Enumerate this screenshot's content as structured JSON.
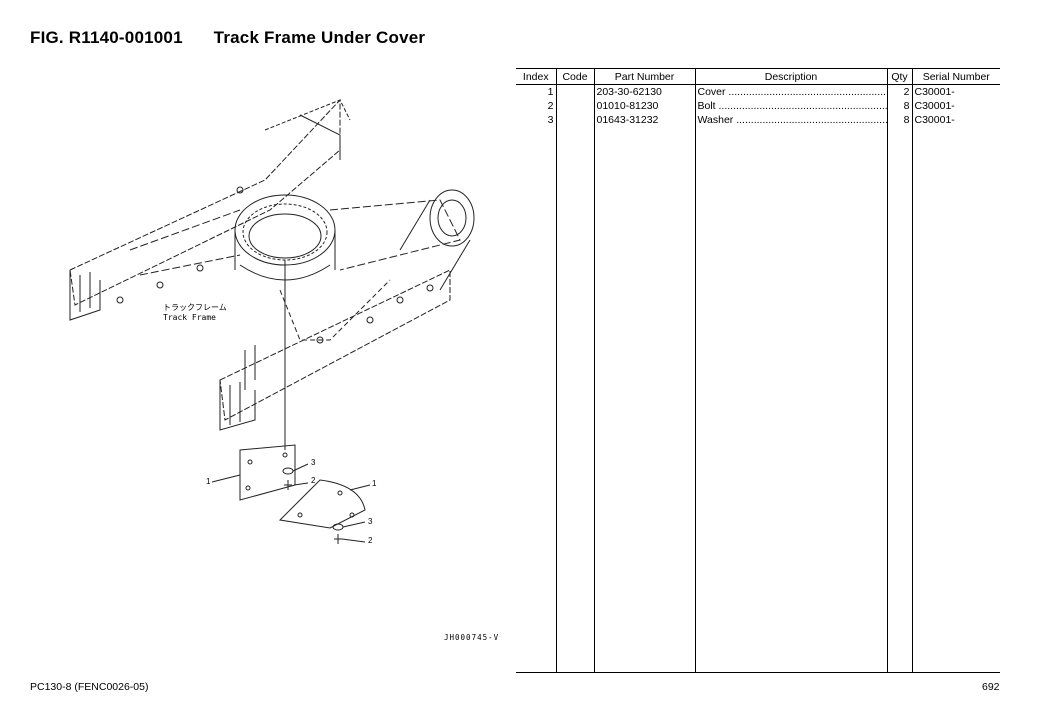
{
  "header": {
    "fig_number": "FIG. R1140-001001",
    "fig_title": "Track Frame Under Cover"
  },
  "illustration": {
    "frame_label_jp": "トラックフレーム",
    "frame_label_en": "Track Frame",
    "drawing_code": "JH000745-V",
    "callouts": [
      "1",
      "2",
      "3",
      "1",
      "3",
      "2"
    ]
  },
  "table": {
    "columns": [
      "Index",
      "Code",
      "Part Number",
      "Description",
      "Qty",
      "Serial Number"
    ],
    "rows": [
      {
        "index": "1",
        "code": "",
        "part_number": "203-30-62130",
        "description": "Cover",
        "qty": "2",
        "serial": "C30001-"
      },
      {
        "index": "2",
        "code": "",
        "part_number": "01010-81230",
        "description": "Bolt",
        "qty": "8",
        "serial": "C30001-"
      },
      {
        "index": "3",
        "code": "",
        "part_number": "01643-31232",
        "description": "Washer",
        "qty": "8",
        "serial": "C30001-"
      }
    ]
  },
  "footer": {
    "model": "PC130-8 (FENC0026-05)",
    "page": "692"
  }
}
